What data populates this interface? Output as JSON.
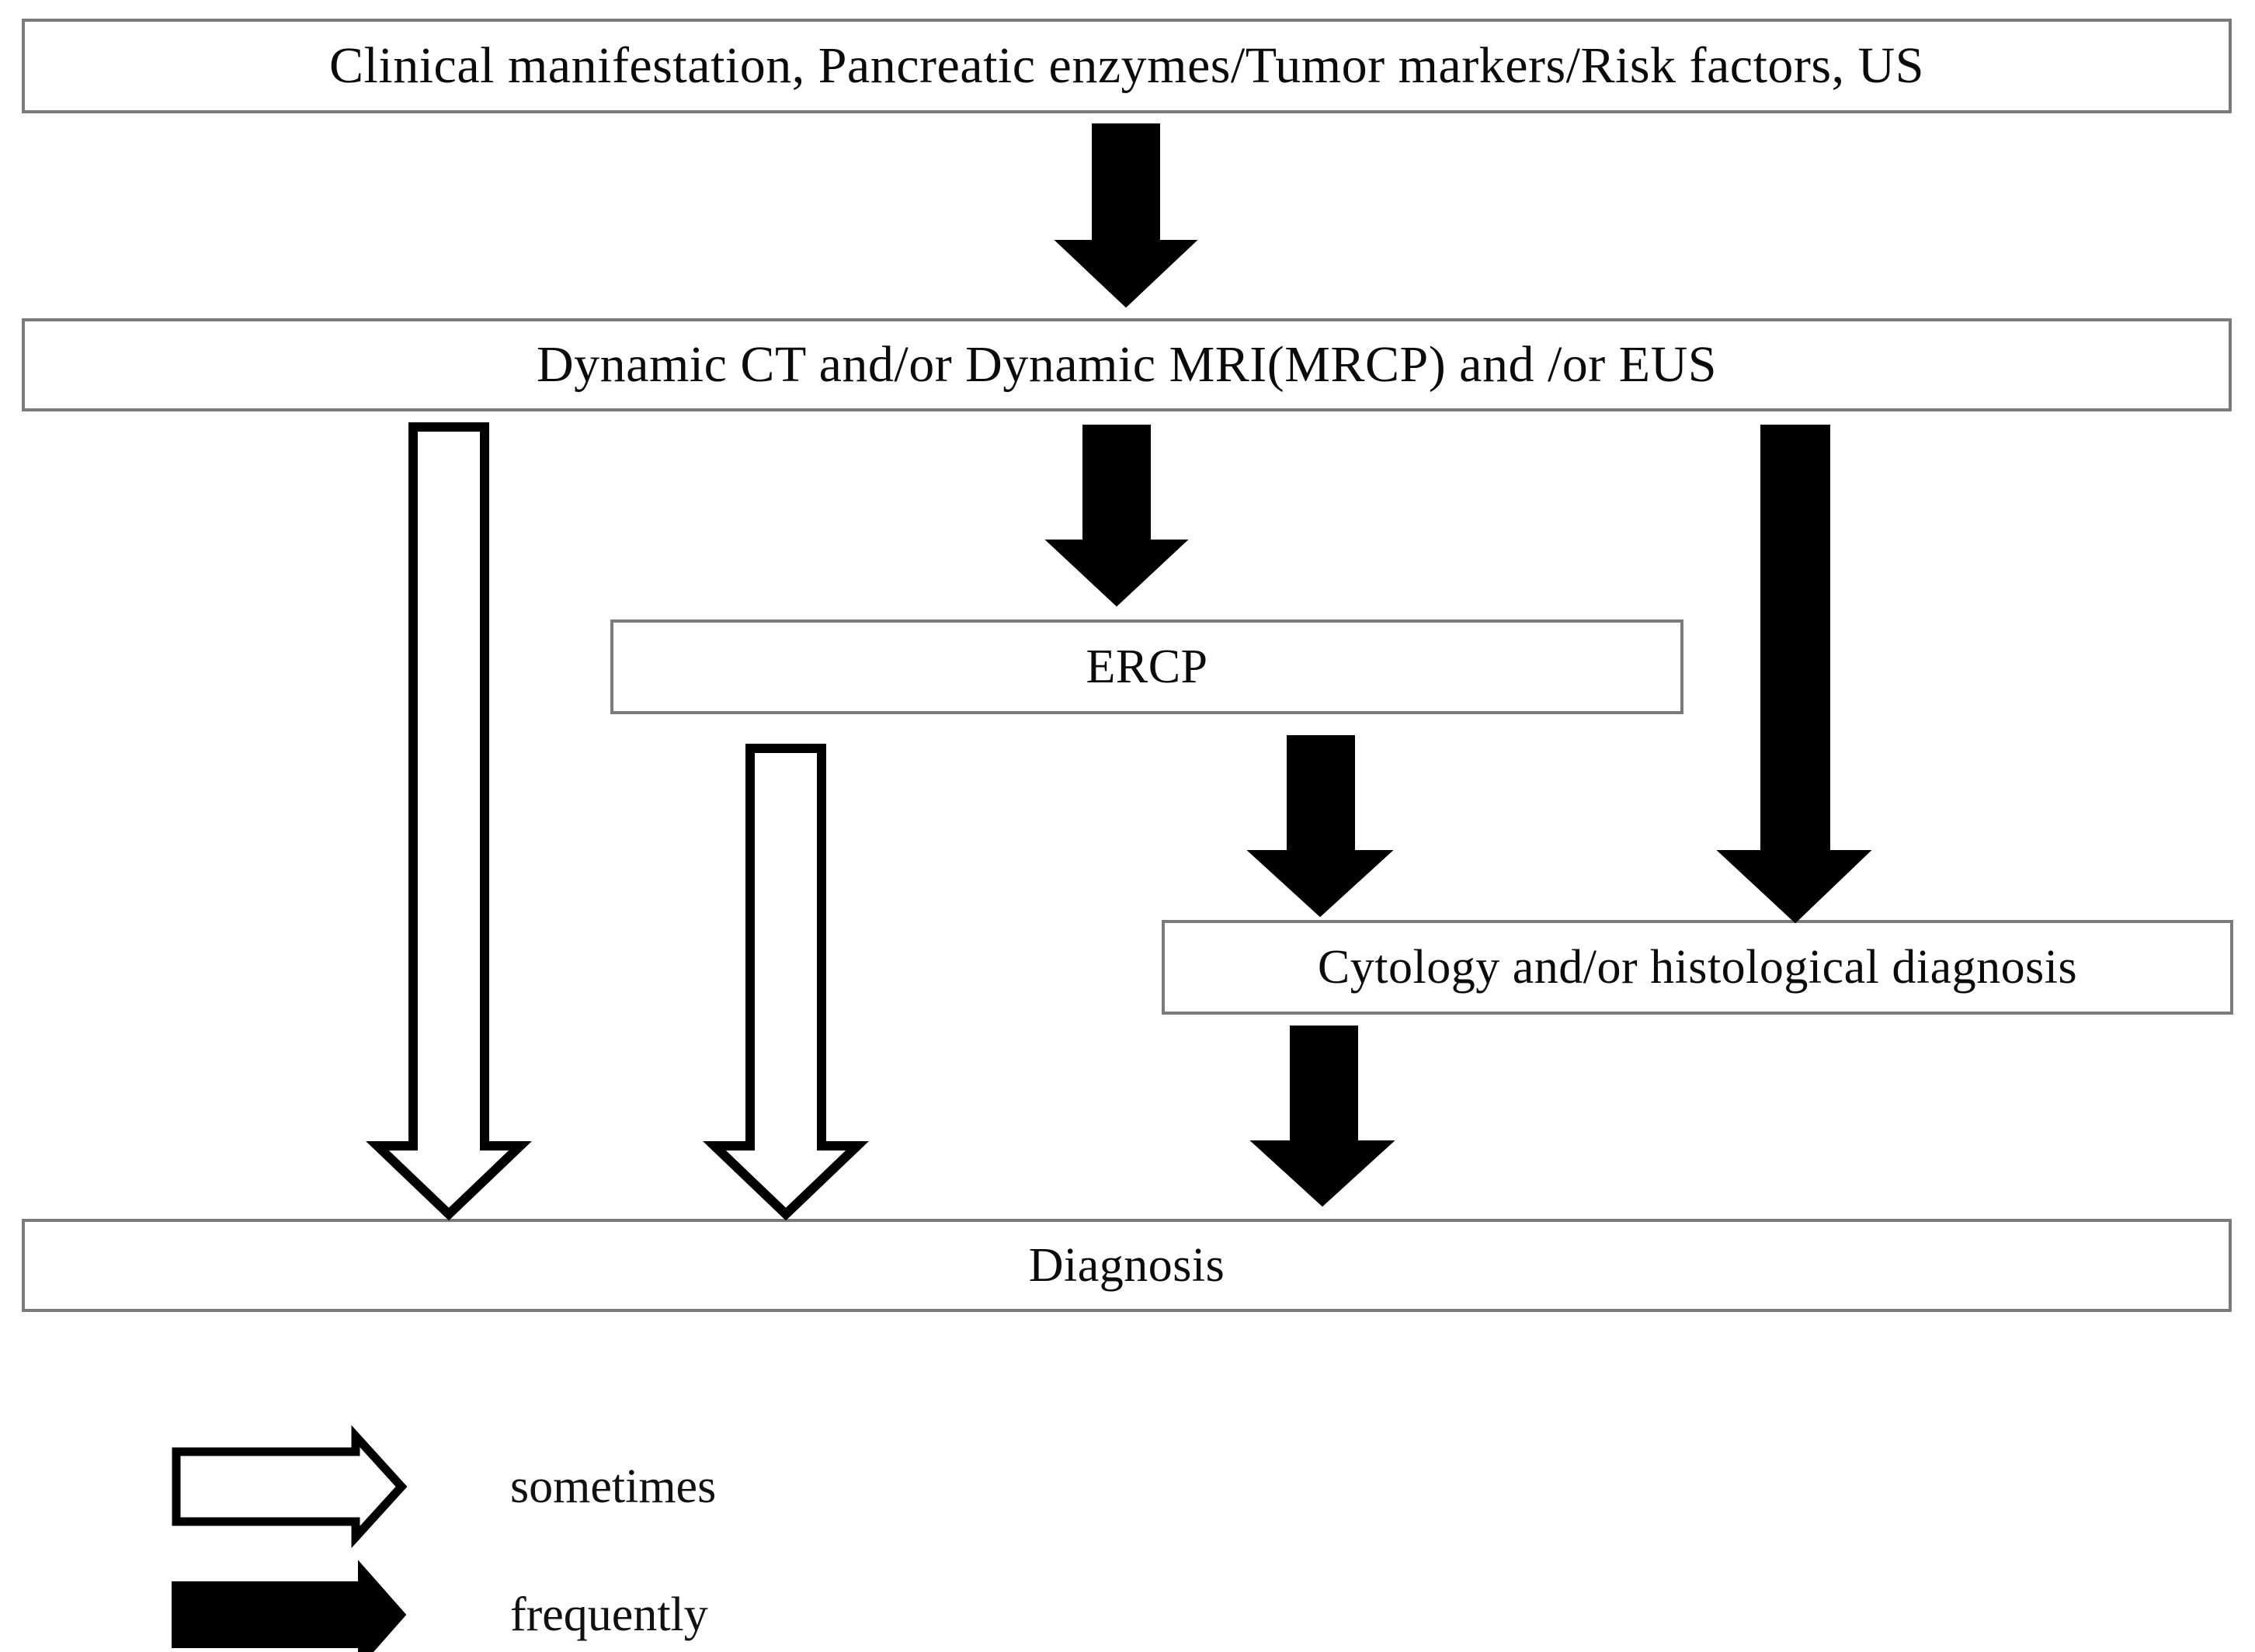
{
  "diagram": {
    "title": "Diagnostic algorithm flowchart",
    "colors": {
      "box_border": "#7a7a7a",
      "box_fill": "#ffffff",
      "arrow_frequently_fill": "#000000",
      "arrow_sometimes_fill": "#ffffff",
      "arrow_outline": "#000000",
      "text": "#0b0b0b",
      "background": "#ffffff"
    },
    "nodes": [
      {
        "id": "clinical",
        "label": "Clinical manifestation,  Pancreatic enzymes/Tumor markers/Risk factors, US"
      },
      {
        "id": "dynamic",
        "label": "Dynamic CT and/or Dynamic MRI(MRCP) and /or EUS"
      },
      {
        "id": "ercp",
        "label": "ERCP"
      },
      {
        "id": "cytology",
        "label": "Cytology and/or histological diagnosis"
      },
      {
        "id": "diagnosis",
        "label": "Diagnosis"
      }
    ],
    "edges": [
      {
        "id": "clinical-to-dynamic",
        "from": "clinical",
        "to": "dynamic",
        "style": "frequently"
      },
      {
        "id": "dynamic-to-ercp",
        "from": "dynamic",
        "to": "ercp",
        "style": "frequently"
      },
      {
        "id": "dynamic-to-cytology",
        "from": "dynamic",
        "to": "cytology",
        "style": "frequently"
      },
      {
        "id": "ercp-to-cytology",
        "from": "ercp",
        "to": "cytology",
        "style": "frequently"
      },
      {
        "id": "cytology-to-diagnosis",
        "from": "cytology",
        "to": "diagnosis",
        "style": "frequently"
      },
      {
        "id": "dynamic-to-diagnosis",
        "from": "dynamic",
        "to": "diagnosis",
        "style": "sometimes"
      },
      {
        "id": "ercp-to-diagnosis",
        "from": "ercp",
        "to": "diagnosis",
        "style": "sometimes"
      }
    ],
    "legend": {
      "items": [
        {
          "id": "sometimes",
          "style": "sometimes",
          "label": "sometimes"
        },
        {
          "id": "frequently",
          "style": "frequently",
          "label": "frequently"
        }
      ]
    }
  }
}
